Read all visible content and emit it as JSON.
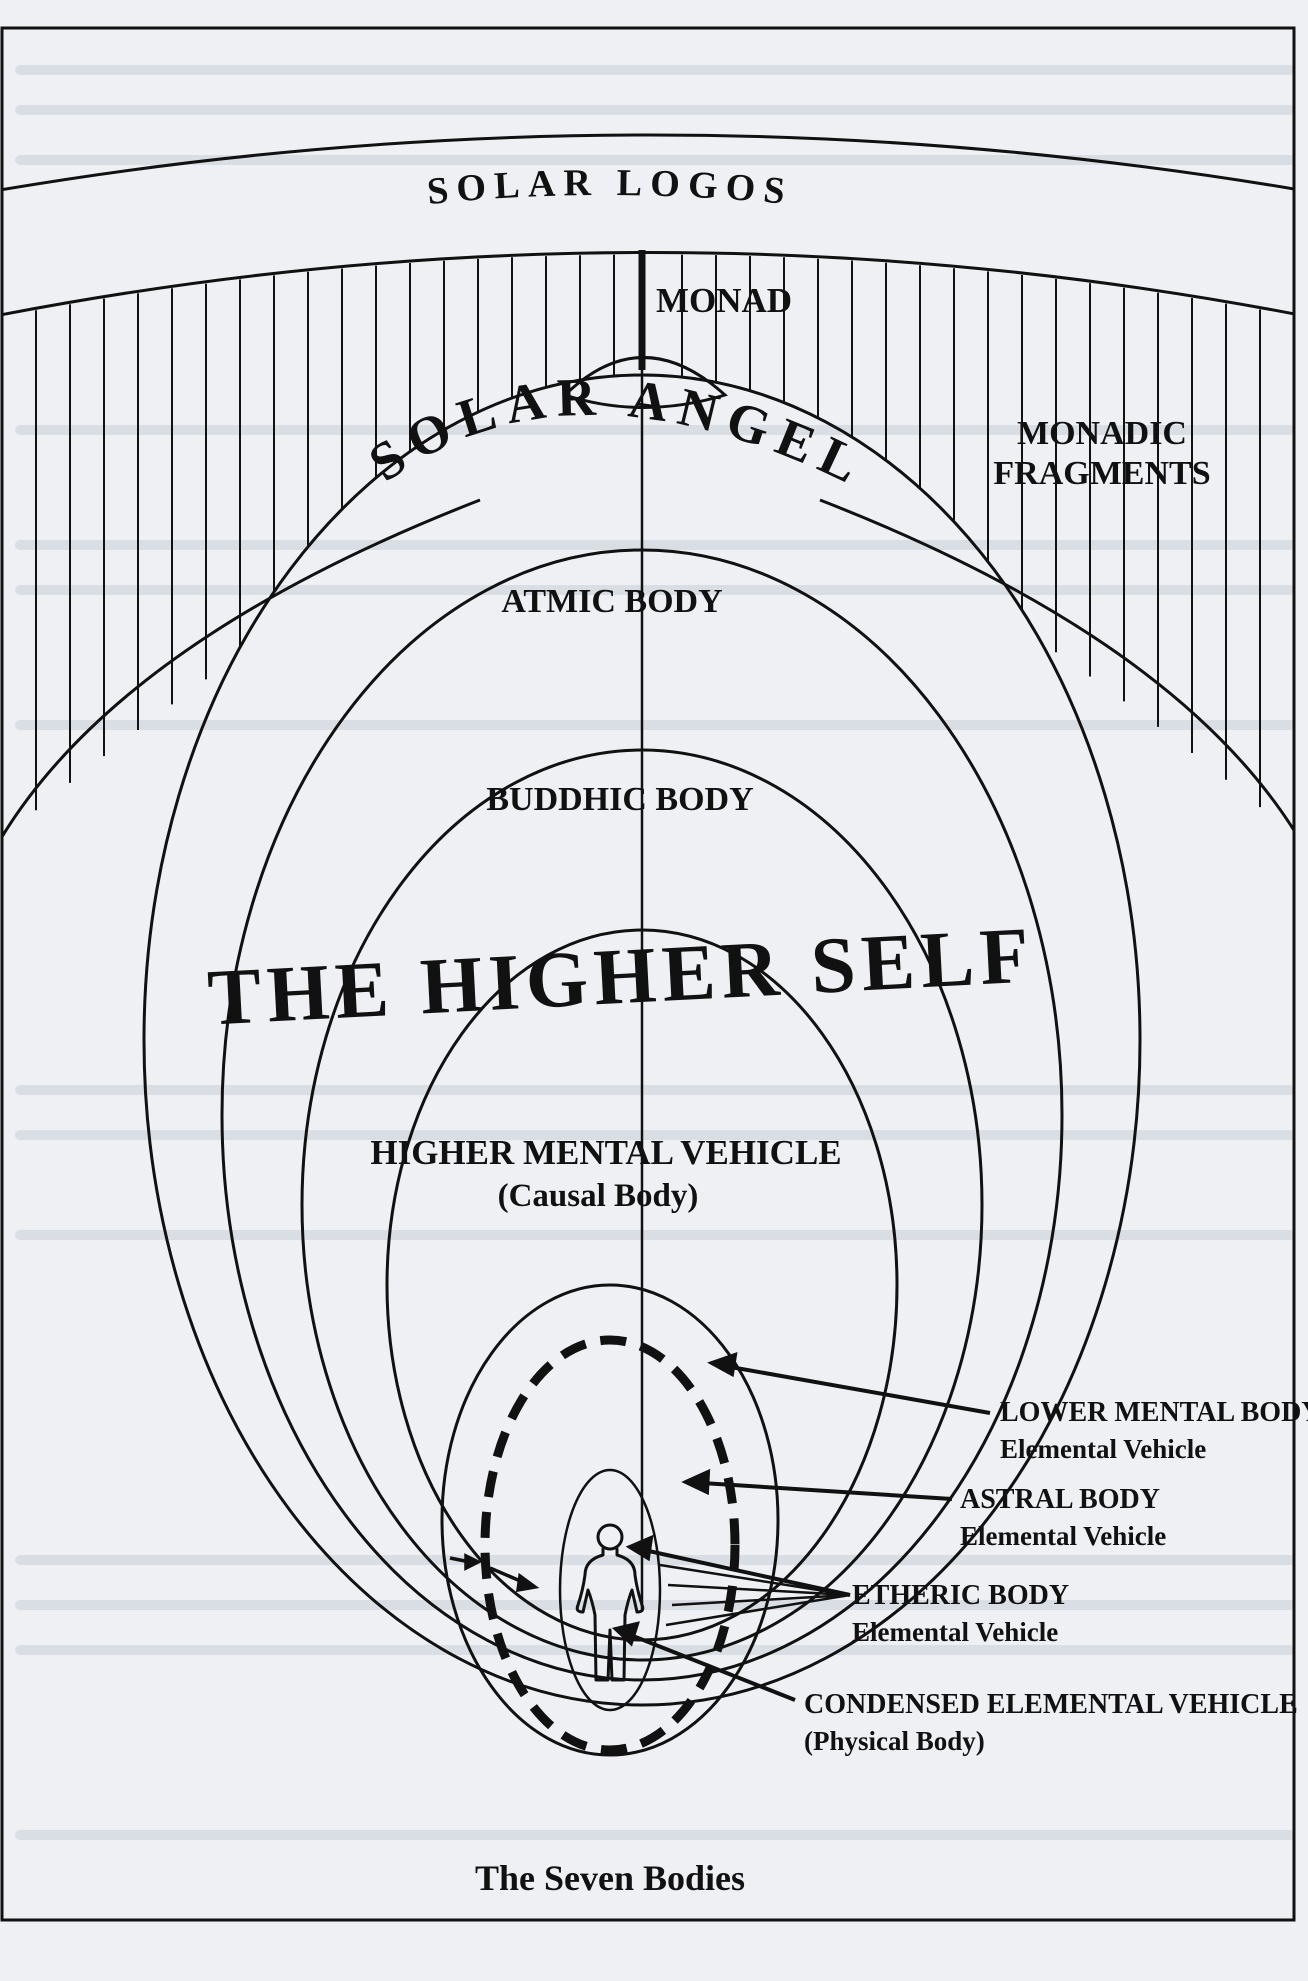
{
  "diagram": {
    "title": "The Seven Bodies",
    "labels": {
      "solar_logos": "SOLAR LOGOS",
      "monad": "MONAD",
      "solar_angel": "SOLAR ANGEL",
      "monadic_fragments_line1": "MONADIC",
      "monadic_fragments_line2": "FRAGMENTS",
      "atmic_body": "ATMIC BODY",
      "buddhic_body": "BUDDHIC BODY",
      "higher_self": "THE HIGHER SELF",
      "higher_mental_vehicle": "HIGHER MENTAL VEHICLE",
      "causal_body": "(Causal Body)",
      "lower_mental_body": "LOWER MENTAL BODY",
      "lower_mental_sub": "Elemental Vehicle",
      "astral_body": "ASTRAL BODY",
      "astral_sub": "Elemental Vehicle",
      "etheric_body": "ETHERIC BODY",
      "etheric_sub": "Elemental Vehicle",
      "condensed_vehicle": "CONDENSED ELEMENTAL VEHICLE",
      "physical_body": "(Physical Body)"
    }
  },
  "colors": {
    "ink": "#111111",
    "paper": "#eef0f4",
    "bleed": "#c7ccd6"
  }
}
